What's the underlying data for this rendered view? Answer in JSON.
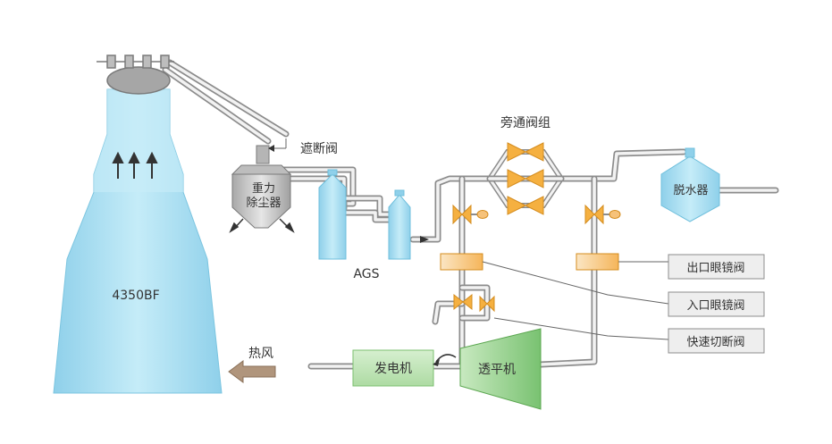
{
  "furnace": {
    "label": "4350BF"
  },
  "dust_collector": {
    "line1": "重力",
    "line2": "除尘器"
  },
  "shutoff_valve": {
    "label": "遮断阀"
  },
  "ags": {
    "label": "AGS"
  },
  "bypass_group": {
    "label": "旁通阀组"
  },
  "dehydrator": {
    "label": "脱水器"
  },
  "generator": {
    "label": "发电机"
  },
  "turbine": {
    "label": "透平机"
  },
  "hot_air": {
    "label": "热风"
  },
  "legend": {
    "outlet_valve": "出口眼镜阀",
    "inlet_valve": "入口眼镜阀",
    "quick_cut_valve": "快速切断阀"
  },
  "colors": {
    "furnace": "#a9dff2",
    "vessel": "#a9dff2",
    "dehydrator": "#a9dff2",
    "generator": "#bfe3b2",
    "turbine": "#8fcf86",
    "valve": "#f5b040",
    "goggle_valve": "#f6c27a",
    "legend_box": "#eeeeee",
    "hot_air_arrow": "#b0957c",
    "pipe": "#8c8c8c"
  }
}
